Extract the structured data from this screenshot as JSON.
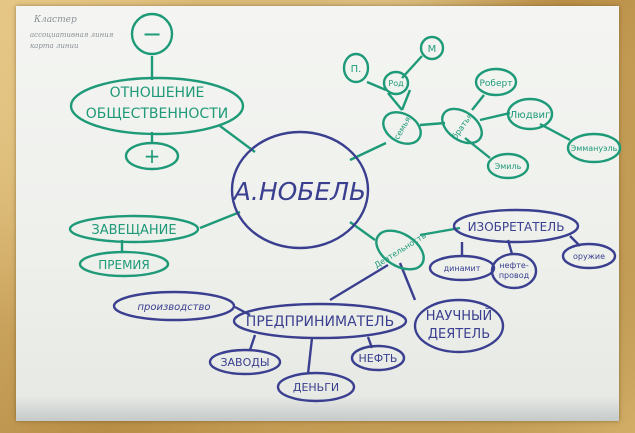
{
  "notes": {
    "line1": "Кластер",
    "line2": "ассоциативная линия",
    "line3": "карта линии"
  },
  "center": "А.НОБЕЛЬ",
  "green": {
    "relation_line1": "ОТНОШЕНИЕ",
    "relation_line2": "ОБЩЕСТВЕННОСТИ",
    "minus": "−",
    "plus": "+",
    "testament": "ЗАВЕЩАНИЕ",
    "prize": "ПРЕМИЯ",
    "family": "семья",
    "p": "П.",
    "rod": "Род",
    "m": "М",
    "brothers": "братья",
    "robert": "Роберт",
    "ludwig": "Людвиг",
    "emil": "Эмиль",
    "emanuel": "Эммануэль",
    "activity": "Деятельность"
  },
  "blue": {
    "inventor": "ИЗОБРЕТАТЕЛЬ",
    "dynamite": "динамит",
    "pipeline_line1": "нефте-",
    "pipeline_line2": "провод",
    "weapon": "оружие",
    "entrepreneur": "ПРЕДПРИНИМАТЕЛЬ",
    "production": "производство",
    "factories": "ЗАВОДЫ",
    "money": "ДЕНЬГИ",
    "oil": "НЕФТЬ",
    "scientist_line1": "НАУЧНЫЙ",
    "scientist_line2": "ДЕЯТЕЛЬ"
  }
}
